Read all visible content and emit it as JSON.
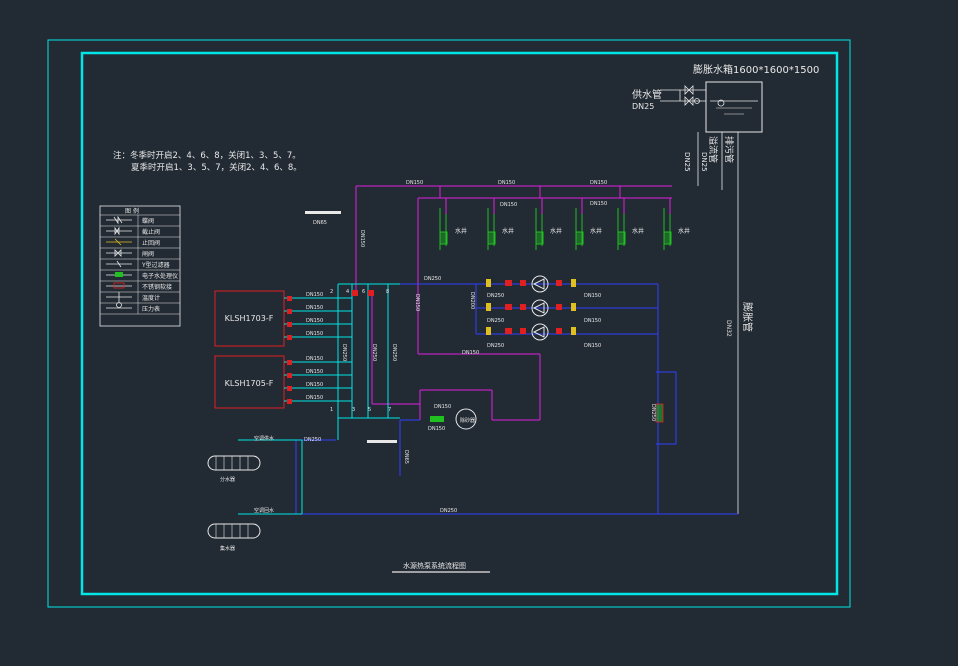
{
  "tank": {
    "label": "膨胀水箱1600*1600*1500"
  },
  "supply_pipe": {
    "label": "供水管",
    "size": "DN25"
  },
  "vertical_labels": {
    "overflow": "溢流管",
    "drain": "排污管",
    "expansion": "膨胀管",
    "dn25_a": "DN25",
    "dn25_b": "DN25",
    "dn_main_right": "DN32"
  },
  "notes": {
    "line1": "注：冬季时开启2、4、6、8，关闭1、3、5、7。",
    "line2": "夏季时开启1、3、5、7，关闭2、4、6、8。"
  },
  "legend": {
    "title": "图  例",
    "items": [
      "蝶阀",
      "截止阀",
      "止回阀",
      "闸阀",
      "Y型过滤器",
      "电子水处理仪",
      "不锈钢软接",
      "温度计",
      "压力表"
    ]
  },
  "units": {
    "unit1": "KLSH1703-F",
    "unit2": "KLSH1705-F"
  },
  "wells": {
    "label": "水井",
    "items": [
      "水井",
      "水井",
      "水井",
      "水井",
      "水井",
      "水井"
    ]
  },
  "pipe_labels": {
    "dn150_top1": "DN150",
    "dn150_top2": "DN150",
    "dn150_top3": "DN150",
    "dn150_w1": "DN150",
    "dn150_w2": "DN150",
    "dn65_left": "DN65",
    "dn150_vert": "DN150",
    "dn250_pumps": "DN250",
    "dn150_mid": "DN150",
    "dn150_lower": "DN150",
    "dn150_filter": "DN150",
    "dn150_pump2": "DN150",
    "dn250_bottom": "DN250",
    "dn250_right": "DN250",
    "dn65_lower": "DN65",
    "dn250_coll1": "DN250",
    "dn250_coll2": "DN250",
    "dn250_coll3": "DN250",
    "dn200_left": "DN200",
    "dn250_sep": "DN250"
  },
  "unit_ports": [
    "DN150",
    "DN150",
    "DN150",
    "DN150",
    "DN150",
    "DN150",
    "DN150",
    "DN150"
  ],
  "pump_ports": [
    "DN250",
    "DN250",
    "DN250",
    "DN150",
    "DN150",
    "DN150"
  ],
  "equipment": {
    "sand_pump": "除砂器",
    "supply_header_label": "空调供水",
    "return_header_label": "空调回水",
    "supply_header": "分水器",
    "return_header": "集水器"
  },
  "valve_numbers": [
    "1",
    "2",
    "3",
    "4",
    "5",
    "6",
    "7",
    "8"
  ],
  "drawing_title": "水源热泵系统流程图",
  "colors": {
    "background": "#222a33",
    "border": "#00e5e5",
    "supply": "#e020e0",
    "return": "#3040ff",
    "cyan_pipe": "#00e5e5",
    "unit": "#e02020",
    "well": "#20c020",
    "text": "#e8e8e8"
  }
}
